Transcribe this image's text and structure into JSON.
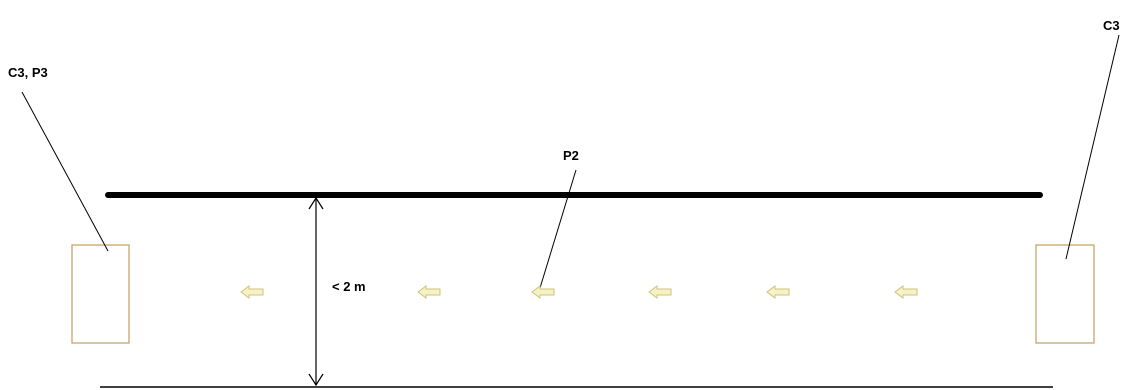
{
  "labels": {
    "left_cabinet": "C3, P3",
    "right_cabinet": "C3",
    "arrows_label": "P2",
    "clearance": "< 2 m"
  },
  "arrows": {
    "count": 6,
    "direction": "left"
  },
  "colors": {
    "wall": "#000000",
    "floor_line": "#000000",
    "cabinet_outline": "#c9a46a",
    "arrow_fill": "#f7f1c8",
    "arrow_stroke": "#cfc27a",
    "leader": "#000000"
  }
}
